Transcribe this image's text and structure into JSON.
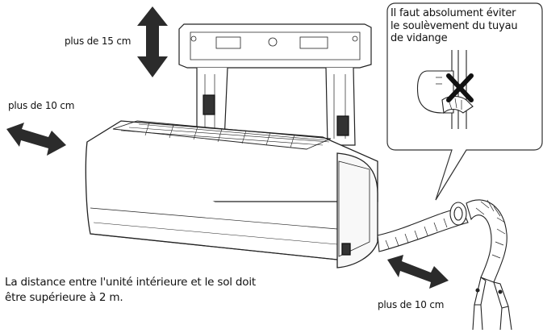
{
  "labels": {
    "clearance_top": "plus de 15 cm",
    "clearance_left": "plus de 10 cm",
    "clearance_right": "plus de 10 cm"
  },
  "callout": {
    "lines": [
      "Il faut absolument éviter",
      "le soulèvement du tuyau",
      "de vidange"
    ]
  },
  "note": "La distance entre l'unité intérieure et le sol doit être supérieure à 2 m.",
  "colors": {
    "outline": "#222222",
    "arrow": "#2b2b2b",
    "cross": "#111111"
  }
}
